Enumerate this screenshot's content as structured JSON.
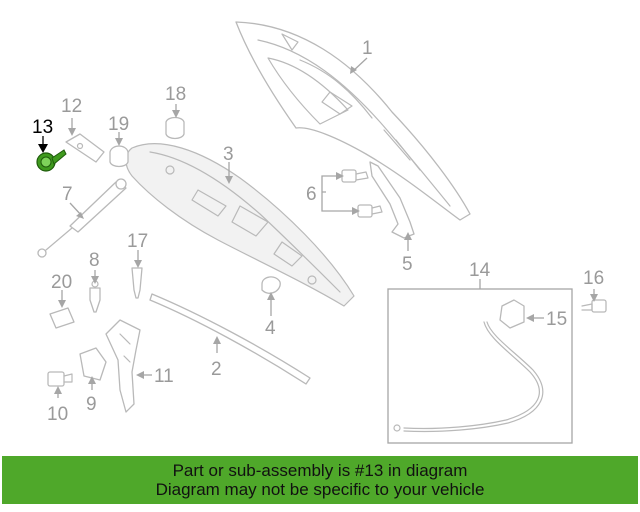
{
  "callouts": [
    {
      "num": "1",
      "highlighted": false
    },
    {
      "num": "2",
      "highlighted": false
    },
    {
      "num": "3",
      "highlighted": false
    },
    {
      "num": "4",
      "highlighted": false
    },
    {
      "num": "5",
      "highlighted": false
    },
    {
      "num": "6",
      "highlighted": false
    },
    {
      "num": "7",
      "highlighted": false
    },
    {
      "num": "8",
      "highlighted": false
    },
    {
      "num": "9",
      "highlighted": false
    },
    {
      "num": "10",
      "highlighted": false
    },
    {
      "num": "11",
      "highlighted": false
    },
    {
      "num": "12",
      "highlighted": false
    },
    {
      "num": "13",
      "highlighted": true
    },
    {
      "num": "14",
      "highlighted": false
    },
    {
      "num": "15",
      "highlighted": false
    },
    {
      "num": "16",
      "highlighted": false
    },
    {
      "num": "17",
      "highlighted": false
    },
    {
      "num": "18",
      "highlighted": false
    },
    {
      "num": "19",
      "highlighted": false
    },
    {
      "num": "20",
      "highlighted": false
    }
  ],
  "banner": {
    "line1": "Part or sub-assembly is #13 in diagram",
    "line2": "Diagram may not be specific to your vehicle"
  },
  "colors": {
    "banner_bg": "#4fa82a",
    "highlight_part": "#3f9a1e",
    "callout_gray": "#9a9a9a",
    "callout_highlight": "#000000"
  }
}
